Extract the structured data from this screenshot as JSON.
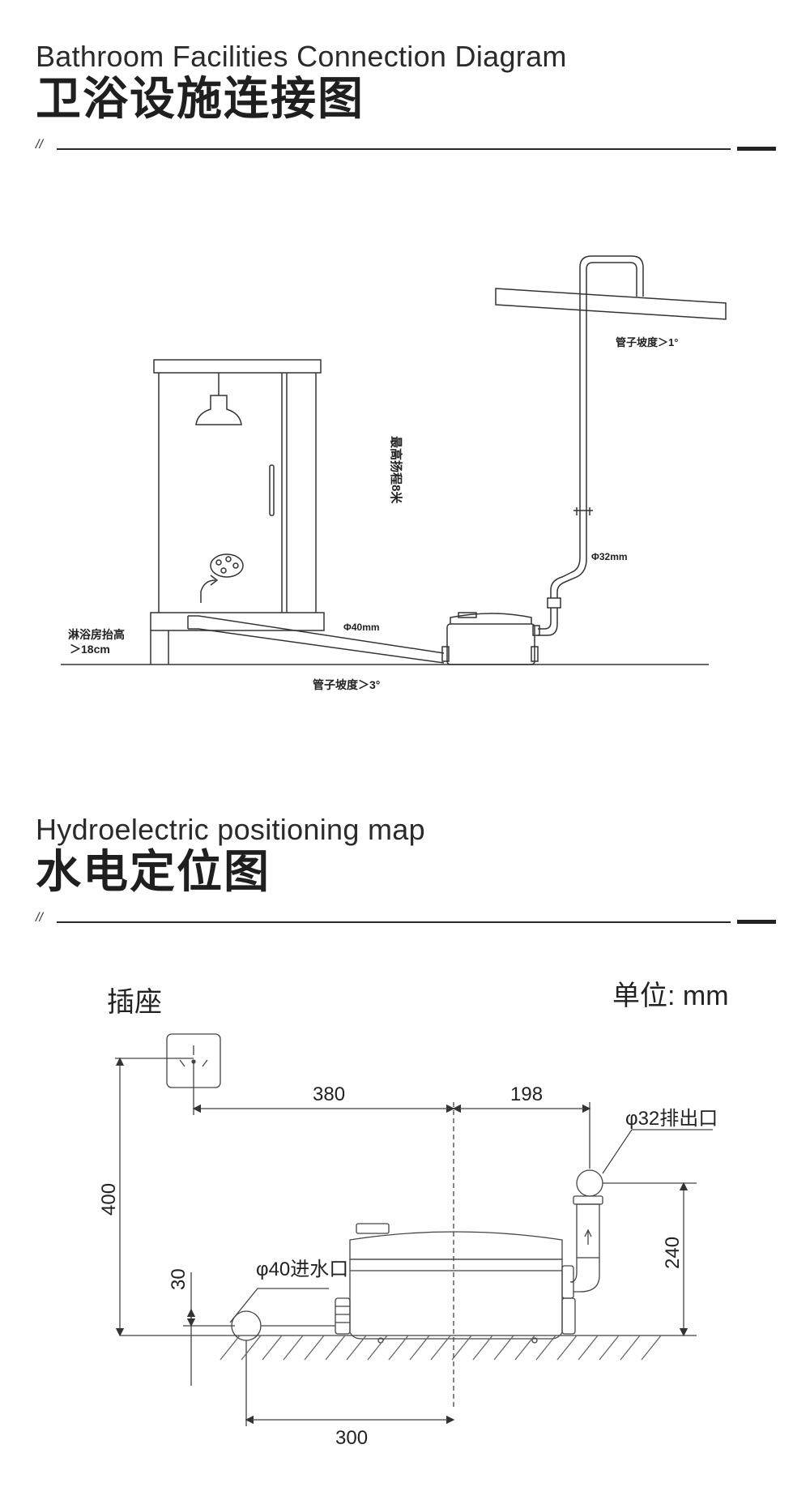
{
  "section1": {
    "subtitle_en": "Bathroom Facilities Connection Diagram",
    "title_cn": "卫浴设施连接图",
    "rule_mark": "//",
    "labels": {
      "pipe_slope_top": "管子坡度＞1°",
      "max_lift": "最高扬程8米",
      "pipe_32": "Φ32mm",
      "pipe_40": "Φ40mm",
      "shower_raise_line1": "淋浴房抬高",
      "shower_raise_line2": "＞18cm",
      "pipe_slope_bottom": "管子坡度＞3°"
    }
  },
  "section2": {
    "subtitle_en": "Hydroelectric positioning map",
    "title_cn": "水电定位图",
    "rule_mark": "//",
    "labels": {
      "socket": "插座",
      "unit": "单位: mm",
      "outlet": "φ32排出口",
      "inlet": "φ40进水口",
      "dim_380": "380",
      "dim_198": "198",
      "dim_400": "400",
      "dim_240": "240",
      "dim_30": "30",
      "dim_300": "300"
    }
  }
}
